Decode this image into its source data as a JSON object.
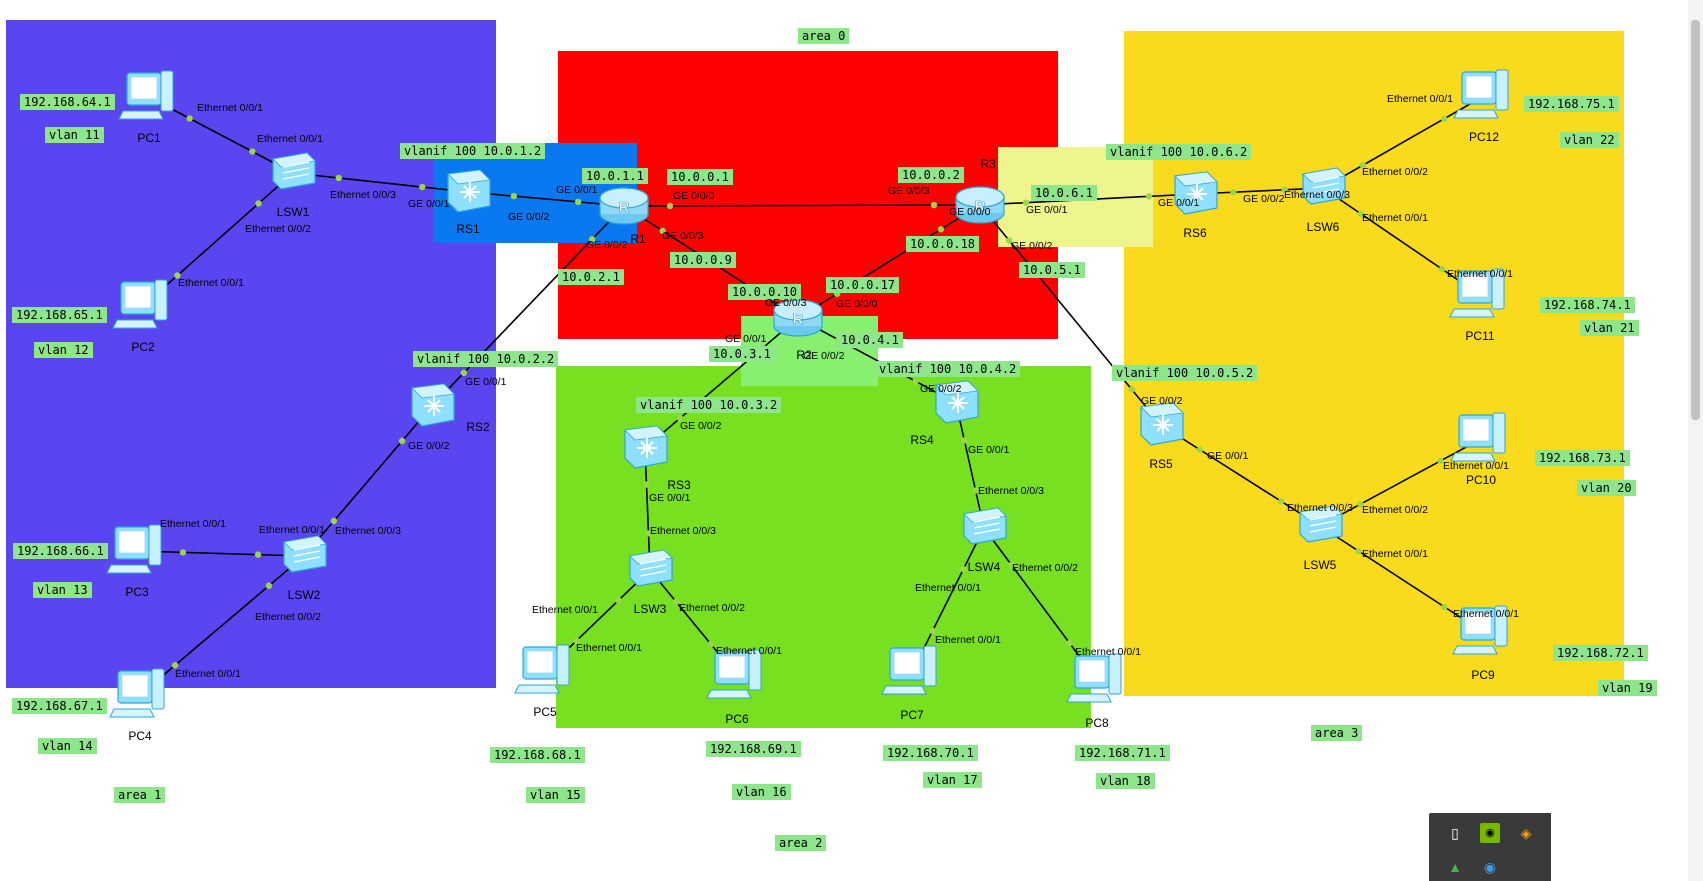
{
  "areas": [
    {
      "id": "area1",
      "label": "area 1",
      "color": "#5946f0"
    },
    {
      "id": "area0",
      "label": "area 0",
      "color": "#ff0000"
    },
    {
      "id": "area2",
      "label": "area 2",
      "color": "#77e020"
    },
    {
      "id": "area3",
      "label": "area 3",
      "color": "#f9db1e"
    }
  ],
  "devices": [
    {
      "id": "PC1",
      "type": "pc"
    },
    {
      "id": "PC2",
      "type": "pc"
    },
    {
      "id": "PC3",
      "type": "pc"
    },
    {
      "id": "PC4",
      "type": "pc"
    },
    {
      "id": "PC5",
      "type": "pc"
    },
    {
      "id": "PC6",
      "type": "pc"
    },
    {
      "id": "PC7",
      "type": "pc"
    },
    {
      "id": "PC8",
      "type": "pc"
    },
    {
      "id": "PC9",
      "type": "pc"
    },
    {
      "id": "PC10",
      "type": "pc"
    },
    {
      "id": "PC11",
      "type": "pc"
    },
    {
      "id": "PC12",
      "type": "pc"
    },
    {
      "id": "LSW1",
      "type": "switch"
    },
    {
      "id": "LSW2",
      "type": "switch"
    },
    {
      "id": "LSW3",
      "type": "switch"
    },
    {
      "id": "LSW4",
      "type": "switch"
    },
    {
      "id": "LSW5",
      "type": "switch"
    },
    {
      "id": "LSW6",
      "type": "switch"
    },
    {
      "id": "RS1",
      "type": "l3switch"
    },
    {
      "id": "RS2",
      "type": "l3switch"
    },
    {
      "id": "RS3",
      "type": "l3switch"
    },
    {
      "id": "RS4",
      "type": "l3switch"
    },
    {
      "id": "RS5",
      "type": "l3switch"
    },
    {
      "id": "RS6",
      "type": "l3switch"
    },
    {
      "id": "R1",
      "type": "router"
    },
    {
      "id": "R2",
      "type": "router"
    },
    {
      "id": "R3",
      "type": "router"
    }
  ],
  "links": [
    [
      "PC1",
      "LSW1"
    ],
    [
      "PC2",
      "LSW1"
    ],
    [
      "LSW1",
      "RS1"
    ],
    [
      "RS1",
      "R1"
    ],
    [
      "R1",
      "R3"
    ],
    [
      "R1",
      "R2"
    ],
    [
      "R1",
      "RS2"
    ],
    [
      "R2",
      "R3"
    ],
    [
      "RS2",
      "LSW2"
    ],
    [
      "PC3",
      "LSW2"
    ],
    [
      "PC4",
      "LSW2"
    ],
    [
      "R2",
      "RS3"
    ],
    [
      "R2",
      "RS4"
    ],
    [
      "RS3",
      "LSW3"
    ],
    [
      "LSW3",
      "PC5"
    ],
    [
      "LSW3",
      "PC6"
    ],
    [
      "RS4",
      "LSW4"
    ],
    [
      "LSW4",
      "PC7"
    ],
    [
      "LSW4",
      "PC8"
    ],
    [
      "R3",
      "RS6"
    ],
    [
      "RS6",
      "LSW6"
    ],
    [
      "LSW6",
      "PC12"
    ],
    [
      "LSW6",
      "PC11"
    ],
    [
      "R3",
      "RS5"
    ],
    [
      "RS5",
      "LSW5"
    ],
    [
      "LSW5",
      "PC10"
    ],
    [
      "LSW5",
      "PC9"
    ]
  ],
  "ip_labels": [
    "192.168.64.1",
    "192.168.65.1",
    "192.168.66.1",
    "192.168.67.1",
    "192.168.68.1",
    "192.168.69.1",
    "192.168.70.1",
    "192.168.71.1",
    "192.168.72.1",
    "192.168.73.1",
    "192.168.74.1",
    "192.168.75.1",
    "vlanif 100 10.0.1.2",
    "vlanif 100 10.0.2.2",
    "vlanif 100 10.0.3.2",
    "vlanif 100 10.0.4.2",
    "vlanif 100 10.0.5.2",
    "vlanif 100 10.0.6.2",
    "10.0.1.1",
    "10.0.0.1",
    "10.0.0.2",
    "10.0.6.1",
    "10.0.0.18",
    "10.0.5.1",
    "10.0.0.9",
    "10.0.2.1",
    "10.0.0.10",
    "10.0.0.17",
    "10.0.3.1",
    "10.0.4.1"
  ],
  "vlan_labels": [
    "vlan 11",
    "vlan 12",
    "vlan 13",
    "vlan 14",
    "vlan 15",
    "vlan 16",
    "vlan 17",
    "vlan 18",
    "vlan 19",
    "vlan 20",
    "vlan 21",
    "vlan 22"
  ],
  "ports": [
    "Ethernet 0/0/1",
    "Ethernet 0/0/2",
    "Ethernet 0/0/3",
    "GE 0/0/0",
    "GE 0/0/1",
    "GE 0/0/2",
    "GE 0/0/3"
  ],
  "colors": {
    "label_bg": "#8ee68a",
    "rs1_box": "#0a78f0",
    "rs6_box": "#eef58e",
    "r2_box": "#88f070",
    "device_fill": "#8fe0ff",
    "device_stroke": "#2ea6d6",
    "port_dot": "#9ad54a"
  },
  "tray": {
    "icons": [
      "usb-icon",
      "nvidia-icon",
      "shield-icon",
      "drive-icon",
      "network-icon"
    ]
  }
}
